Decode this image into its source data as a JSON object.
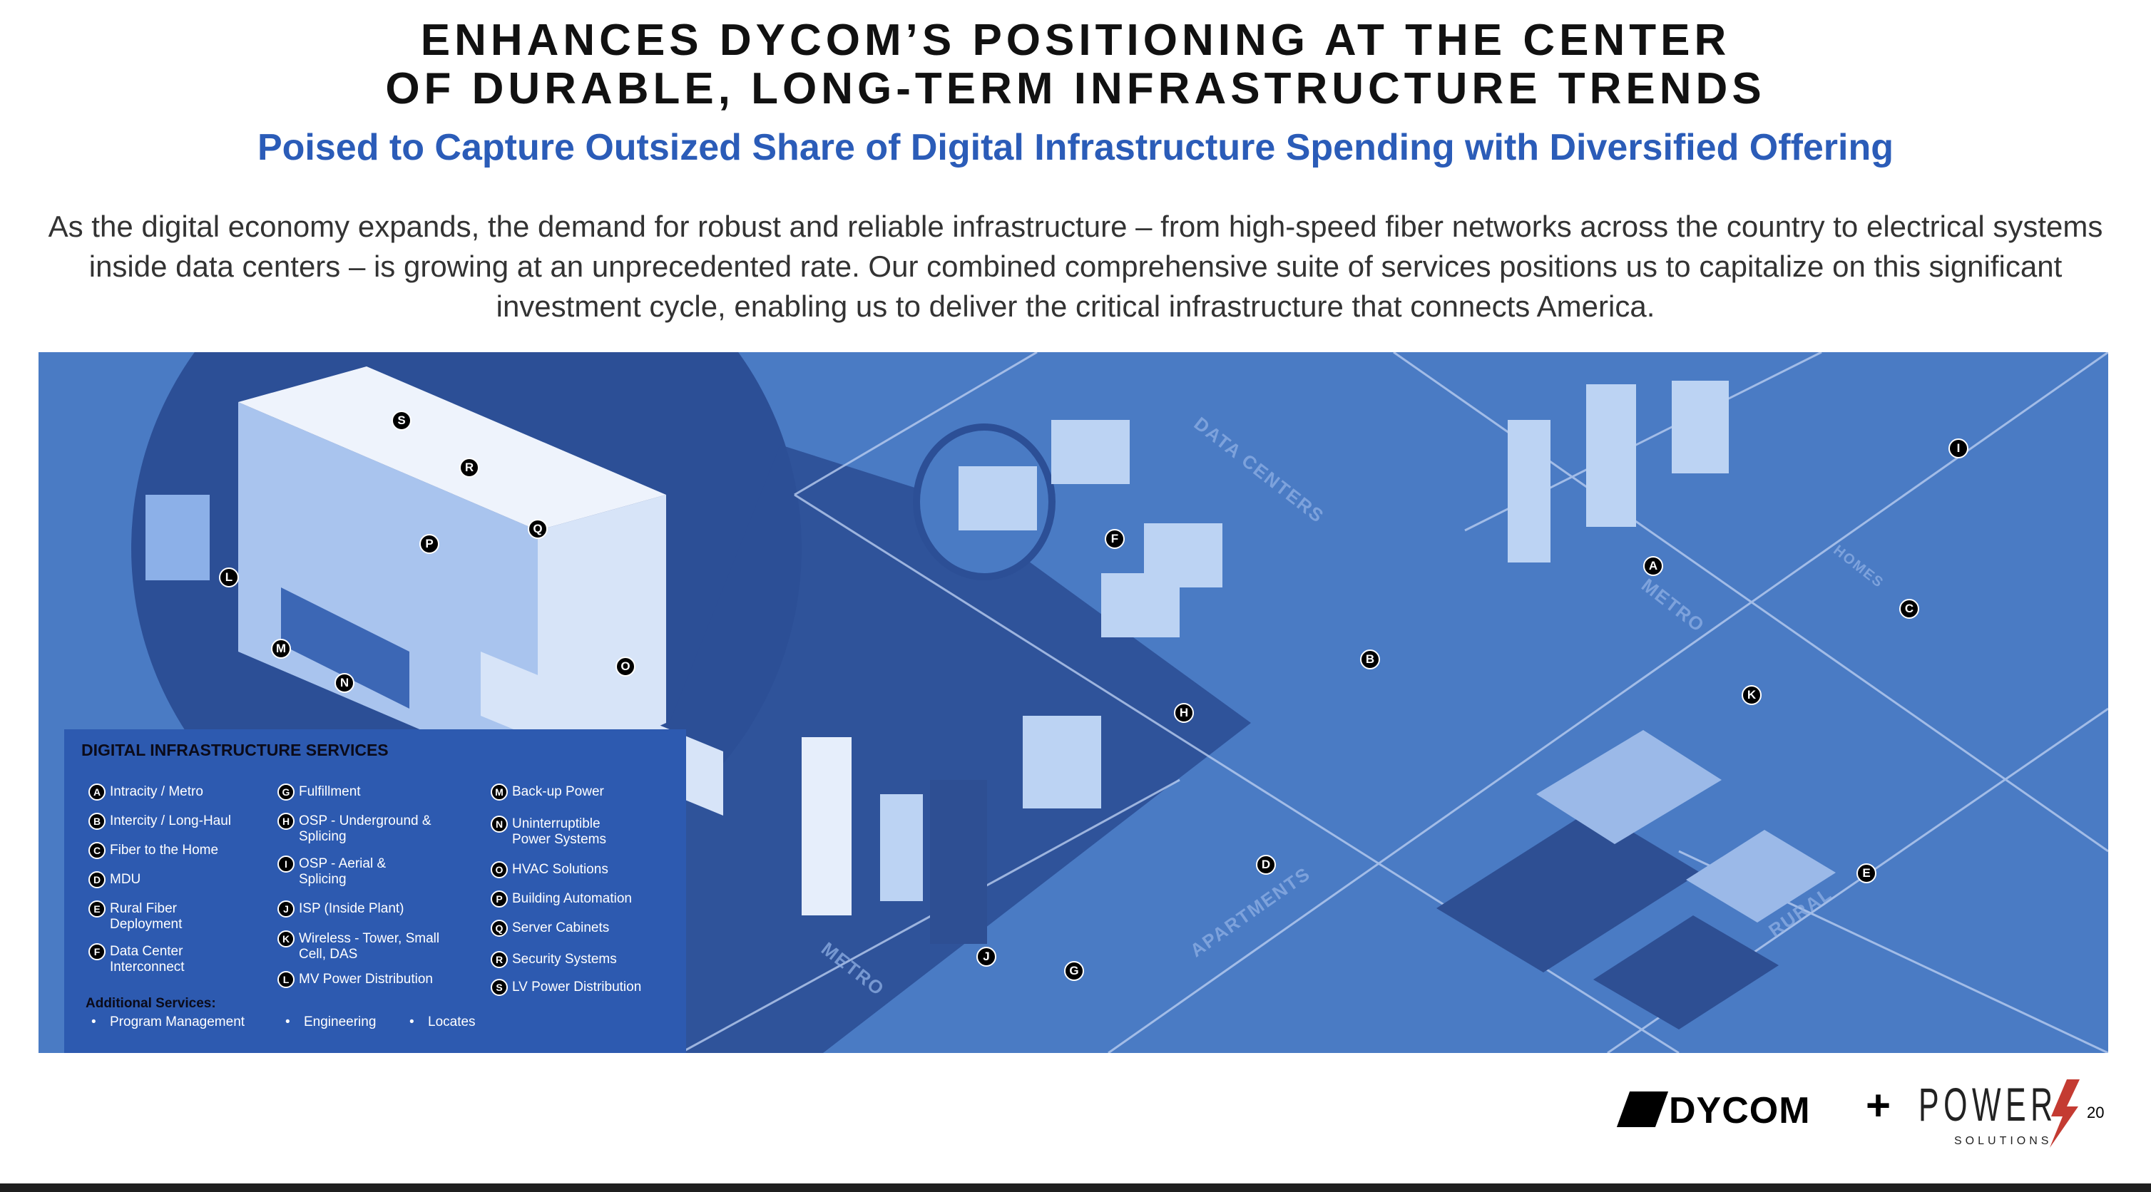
{
  "header": {
    "title_line1": "ENHANCES DYCOM’S POSITIONING AT THE CENTER",
    "title_line2": "OF DURABLE, LONG-TERM INFRASTRUCTURE TRENDS",
    "subtitle": "Poised to Capture Outsized Share of Digital Infrastructure Spending with Diversified Offering"
  },
  "intro": "As the digital economy expands, the demand for robust and reliable infrastructure – from high-speed fiber networks across the country to electrical systems inside data centers – is growing at an unprecedented rate. Our combined comprehensive suite of services positions us to capitalize on this significant investment cycle, enabling us to deliver the critical infrastructure that connects America.",
  "map": {
    "areas": {
      "data_centers": "DATA CENTERS",
      "metro_right": "METRO",
      "homes": "HOMES",
      "apartments": "APARTMENTS",
      "metro_left": "METRO",
      "rural": "RURAL"
    },
    "markers": [
      "A",
      "B",
      "C",
      "D",
      "E",
      "F",
      "G",
      "H",
      "I",
      "J",
      "K",
      "L",
      "M",
      "N",
      "O",
      "P",
      "Q",
      "R",
      "S"
    ]
  },
  "legend": {
    "title": "DIGITAL INFRASTRUCTURE SERVICES",
    "items": [
      {
        "key": "A",
        "label": "Intracity / Metro"
      },
      {
        "key": "B",
        "label": "Intercity / Long-Haul"
      },
      {
        "key": "C",
        "label": "Fiber to the Home"
      },
      {
        "key": "D",
        "label": "MDU"
      },
      {
        "key": "E",
        "label": "Rural Fiber Deployment"
      },
      {
        "key": "F",
        "label": "Data Center Interconnect"
      },
      {
        "key": "G",
        "label": "Fulfillment"
      },
      {
        "key": "H",
        "label": "OSP - Underground & Splicing"
      },
      {
        "key": "I",
        "label": "OSP - Aerial & Splicing"
      },
      {
        "key": "J",
        "label": "ISP (Inside Plant)"
      },
      {
        "key": "K",
        "label": "Wireless - Tower, Small Cell, DAS"
      },
      {
        "key": "L",
        "label": "MV Power Distribution"
      },
      {
        "key": "M",
        "label": "Back-up Power"
      },
      {
        "key": "N",
        "label": "Uninterruptible Power Systems"
      },
      {
        "key": "O",
        "label": "HVAC Solutions"
      },
      {
        "key": "P",
        "label": "Building Automation"
      },
      {
        "key": "Q",
        "label": "Server Cabinets"
      },
      {
        "key": "R",
        "label": "Security Systems"
      },
      {
        "key": "S",
        "label": "LV Power Distribution"
      }
    ],
    "additional_title": "Additional Services:",
    "additional": [
      "Program Management",
      "Engineering",
      "Locates"
    ]
  },
  "footer": {
    "logo_dycom": "DYCOM",
    "plus": "+",
    "logo_power": "POWER",
    "logo_power_sub": "SOLUTIONS",
    "page_number": "20"
  },
  "colors": {
    "accent": "#2b5cb8",
    "map_bg": "#4a7bc4",
    "legend_bg": "#2d5ab0",
    "power_red": "#c43b32"
  }
}
